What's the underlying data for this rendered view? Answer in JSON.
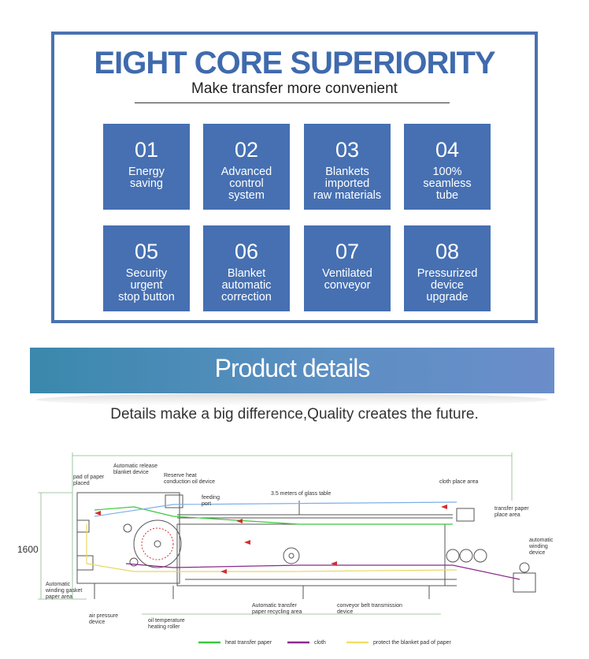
{
  "superiority": {
    "title": "EIGHT CORE SUPERIORITY",
    "subtitle": "Make transfer more convenient",
    "features": [
      {
        "num": "01",
        "text": "Energy\nsaving"
      },
      {
        "num": "02",
        "text": "Advanced\ncontrol\nsystem"
      },
      {
        "num": "03",
        "text": "Blankets\nimported\nraw materials"
      },
      {
        "num": "04",
        "text": "100%\nseamless\ntube"
      },
      {
        "num": "05",
        "text": "Security\nurgent\nstop button"
      },
      {
        "num": "06",
        "text": "Blanket\nautomatic\ncorrection"
      },
      {
        "num": "07",
        "text": "Ventilated\nconveyor"
      },
      {
        "num": "08",
        "text": "Pressurized\ndevice\nupgrade"
      }
    ]
  },
  "details": {
    "banner_title": "Product details",
    "tagline": "Details make a big difference,Quality creates the future."
  },
  "diagram": {
    "height_label": "1600",
    "labels": {
      "pad_of_paper": "pad of paper\nplaced",
      "auto_release": "Automatic release\nblanket device",
      "reserve_heat": "Reserve heat\nconduction oil device",
      "feeding_port": "feeding\nport",
      "glass_table": "3.5 meters of glass table",
      "cloth_place": "cloth place area",
      "transfer_paper_place": "transfer paper\nplace area",
      "auto_winding": "automatic\nwinding\ndevice",
      "winding_gasket": "Automatic\nwinding gasket\npaper area",
      "air_pressure": "air pressure\ndevice",
      "oil_temp": "oil temperature\nheating roller",
      "recycling": "Automatic transfer\npaper recycling area",
      "conveyor_belt": "conveyor belt transmission\ndevice"
    },
    "legend": [
      {
        "name": "heat transfer paper",
        "color": "#3cc83c"
      },
      {
        "name": "cloth",
        "color": "#8a2a8a"
      },
      {
        "name": "protect the blanket pad of paper",
        "color": "#f0e060"
      }
    ]
  },
  "colors": {
    "accent": "#4670b2",
    "banner": "#4f8cbc",
    "frame": "#4a72b0"
  }
}
